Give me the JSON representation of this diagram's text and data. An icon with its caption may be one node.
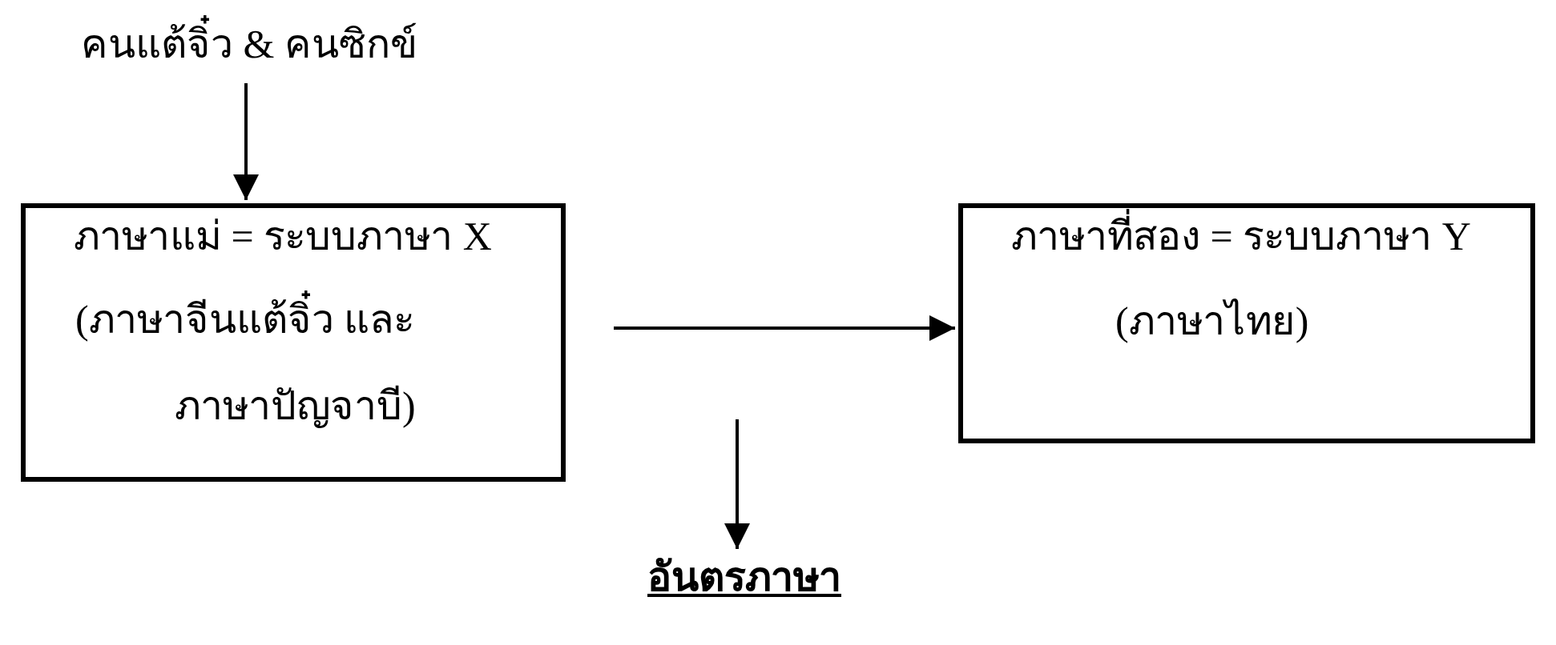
{
  "diagram": {
    "nodes": [
      {
        "text": [
          "คนแต้จิ๋ว & คนซิกข์"
        ]
      },
      {
        "text": [
          "ภาษาแม่ = ระบบภาษา X",
          "(ภาษาจีนแต้จิ๋ว และ ภาษาปัญจาบี)"
        ]
      },
      {
        "text": [
          "ภาษาที่สอง = ระบบภาษา Y",
          "(ภาษาไทย)"
        ]
      },
      {
        "text": [
          "อันตรภาษา"
        ]
      }
    ],
    "edges": [
      {
        "from": 0,
        "to": 1,
        "arrow": "to"
      },
      {
        "from": null,
        "to": 2,
        "arrow": "to"
      },
      {
        "from": null,
        "to": 3,
        "arrow": "to"
      }
    ]
  }
}
